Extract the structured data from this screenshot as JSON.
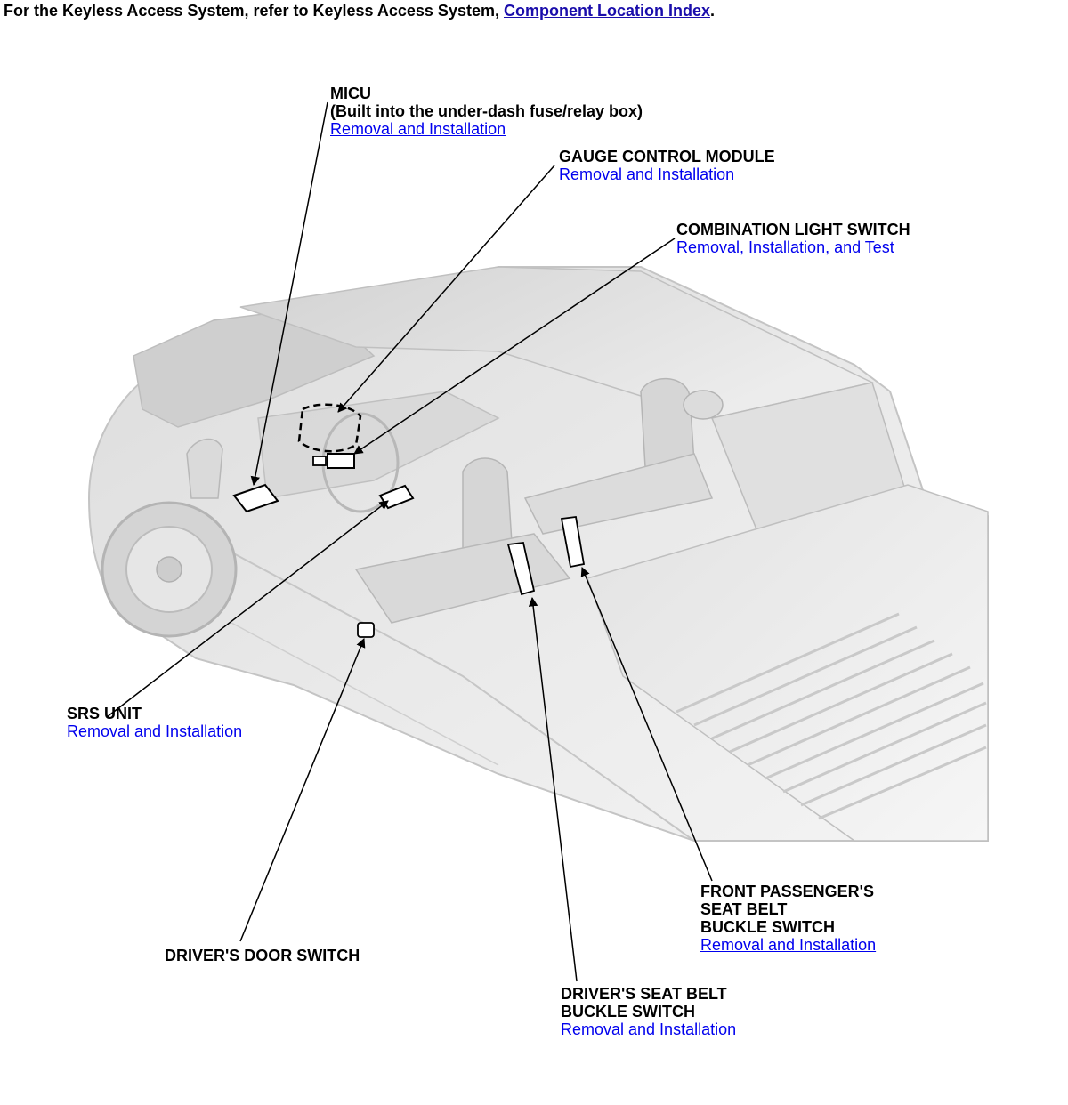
{
  "header": {
    "prefix": "For the Keyless Access System, refer to Keyless Access System, ",
    "link": "Component Location Index",
    "suffix": "."
  },
  "callouts": {
    "micu": {
      "title_line1": "MICU",
      "title_line2": "(Built into the under-dash fuse/relay box)",
      "link": "Removal and Installation"
    },
    "gauge_control_module": {
      "title": "GAUGE CONTROL MODULE",
      "link": "Removal and Installation"
    },
    "combination_light_switch": {
      "title": "COMBINATION LIGHT SWITCH",
      "link": "Removal, Installation, and Test"
    },
    "srs_unit": {
      "title": "SRS UNIT",
      "link": "Removal and Installation"
    },
    "drivers_door_switch": {
      "title": "DRIVER'S DOOR SWITCH"
    },
    "front_passenger_buckle": {
      "title_line1": "FRONT PASSENGER'S",
      "title_line2": "SEAT BELT",
      "title_line3": "BUCKLE SWITCH",
      "link": "Removal and Installation"
    },
    "driver_buckle": {
      "title_line1": "DRIVER'S SEAT BELT",
      "title_line2": "BUCKLE SWITCH",
      "link": "Removal and Installation"
    }
  }
}
